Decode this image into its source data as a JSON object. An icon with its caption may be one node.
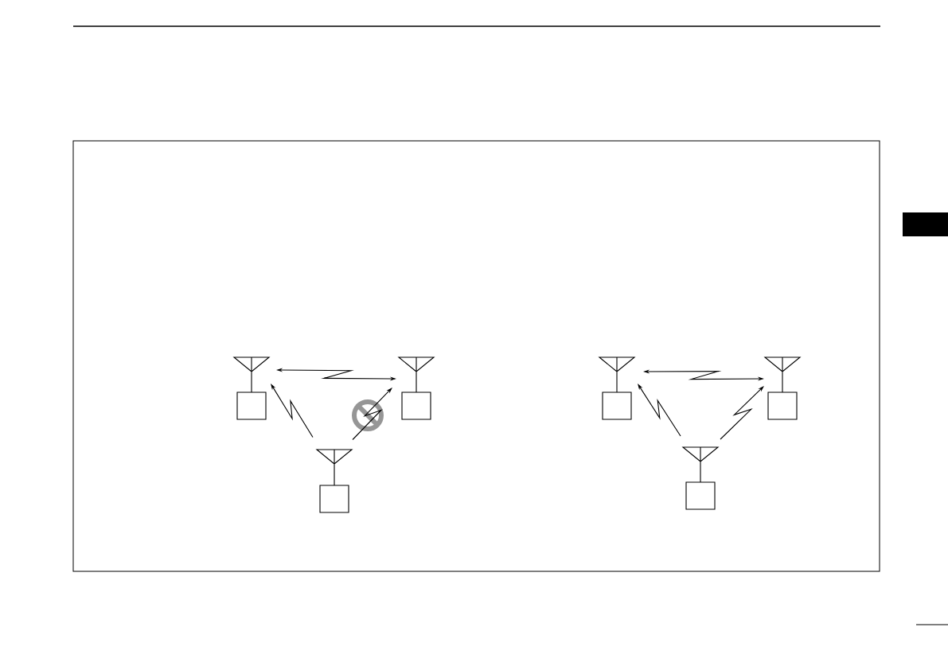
{
  "diagram": {
    "nodes": [
      {
        "text": [],
        "shape": "radio"
      },
      {
        "text": [],
        "shape": "radio"
      },
      {
        "text": [],
        "shape": "radio"
      },
      {
        "text": [],
        "shape": "radio"
      },
      {
        "text": [],
        "shape": "radio"
      },
      {
        "text": [],
        "shape": "radio"
      }
    ],
    "edges": [
      {
        "from": 0,
        "to": 1,
        "arrow": "both"
      },
      {
        "from": 2,
        "to": 0,
        "arrow": "to"
      },
      {
        "from": 2,
        "to": 1,
        "arrow": "to"
      },
      {
        "from": 3,
        "to": 4,
        "arrow": "both"
      },
      {
        "from": 5,
        "to": 3,
        "arrow": "to"
      },
      {
        "from": 5,
        "to": 4,
        "arrow": "to"
      }
    ]
  }
}
